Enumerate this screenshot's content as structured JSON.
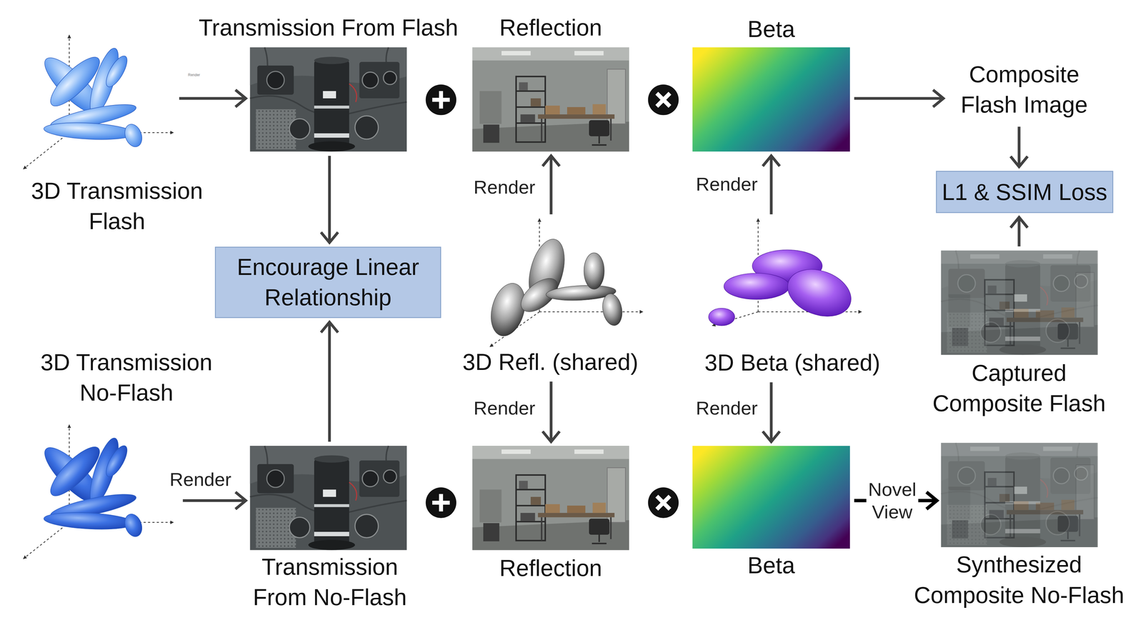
{
  "diagram": {
    "nodes": [
      {
        "text": [
          "3D Transmission Flash"
        ]
      },
      {
        "text": [
          "Transmission From Flash"
        ]
      },
      {
        "text": [
          "Reflection"
        ]
      },
      {
        "text": [
          "Beta"
        ]
      },
      {
        "text": [
          "Composite Flash Image"
        ]
      },
      {
        "text": [
          "L1 & SSIM Loss"
        ]
      },
      {
        "text": [
          "Encourage Linear Relationship"
        ]
      },
      {
        "text": [
          "3D Refl. (shared)"
        ]
      },
      {
        "text": [
          "3D Beta (shared)"
        ]
      },
      {
        "text": [
          "Captured Composite Flash"
        ]
      },
      {
        "text": [
          "3D Transmission No-Flash"
        ]
      },
      {
        "text": [
          "Transmission From No-Flash"
        ]
      },
      {
        "text": [
          "Reflection"
        ]
      },
      {
        "text": [
          "Beta"
        ]
      },
      {
        "text": [
          "Synthesized Composite No-Flash"
        ]
      }
    ],
    "edges": [
      {
        "from": 0,
        "to": 1,
        "arrow": "to"
      },
      {
        "from": 1,
        "to": 6,
        "arrow": "to"
      },
      {
        "from": 11,
        "to": 6,
        "arrow": "to"
      },
      {
        "from": 7,
        "to": 2,
        "label": "Render",
        "arrow": "to"
      },
      {
        "from": 7,
        "to": 12,
        "label": "Render",
        "arrow": "to"
      },
      {
        "from": 8,
        "to": 3,
        "label": "Render",
        "arrow": "to"
      },
      {
        "from": 8,
        "to": 13,
        "label": "Render",
        "arrow": "to"
      },
      {
        "from": 3,
        "to": 4,
        "arrow": "to"
      },
      {
        "from": 4,
        "to": 5,
        "arrow": "to"
      },
      {
        "from": 9,
        "to": 5,
        "arrow": "to"
      },
      {
        "from": 10,
        "to": 11,
        "label": "Render",
        "arrow": "to"
      },
      {
        "from": 13,
        "to": 14,
        "label": "Novel View",
        "arrow": "to"
      }
    ],
    "labels": [
      "Render"
    ]
  }
}
